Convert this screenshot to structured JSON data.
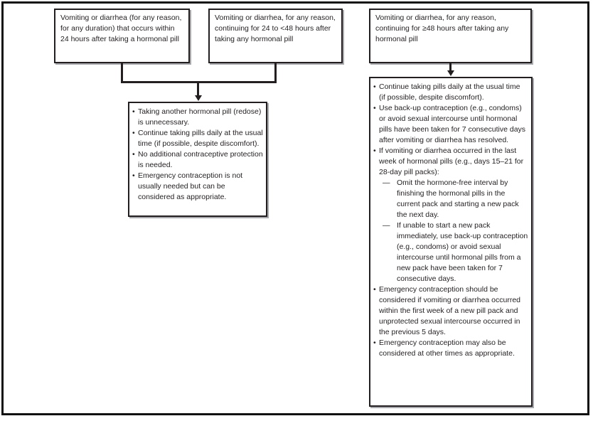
{
  "chars": {
    "bullet": "•",
    "dash": "—"
  },
  "colors": {
    "border": "#231f20",
    "text": "#231f20",
    "box_shadow": "#a7a9ac",
    "background": "#ffffff"
  },
  "flowchart": {
    "condition_boxes": [
      {
        "text": "Vomiting or diarrhea (for any reason, for any duration) that occurs within 24 hours after taking a hormonal pill"
      },
      {
        "text": "Vomiting or diarrhea, for any reason, continuing for 24 to <48 hours after taking any hormonal pill"
      },
      {
        "text": "Vomiting or diarrhea, for any reason, continuing for ≥48 hours after taking any hormonal pill"
      }
    ],
    "outcome_middle": {
      "items": [
        "Taking another hormonal pill (redose) is unnecessary.",
        "Continue taking pills daily at the usual time (if possible, despite discomfort).",
        "No additional contraceptive protection is needed.",
        "Emergency contraception is not usually needed but can be considered as appropriate."
      ]
    },
    "outcome_right": {
      "items": [
        {
          "marker": "bullet",
          "text": "Continue taking pills daily at the usual time (if possible, despite discomfort)."
        },
        {
          "marker": "bullet",
          "text": "Use back-up contraception (e.g., condoms) or avoid sexual intercourse until hormonal pills have been taken for 7 consecutive days after vomiting or diarrhea has resolved."
        },
        {
          "marker": "bullet",
          "text": "If vomiting or diarrhea occurred in the last week of hormonal pills (e.g., days 15–21 for 28-day pill packs):"
        },
        {
          "marker": "dash",
          "text": "Omit the hormone-free interval by finishing the hormonal pills in the current pack and starting a new pack the next day."
        },
        {
          "marker": "dash",
          "text": "If unable to start a new pack immediately, use back-up contraception (e.g., condoms) or avoid sexual intercourse until hormonal pills from a new pack have been taken for 7 consecutive days."
        },
        {
          "marker": "bullet",
          "text": "Emergency contraception should be considered if vomiting or diarrhea occurred within the first week of a new pill pack and unprotected sexual intercourse occurred in the previous 5 days."
        },
        {
          "marker": "bullet",
          "text": "Emergency contraception may also be considered at other times as appropriate."
        }
      ]
    }
  }
}
